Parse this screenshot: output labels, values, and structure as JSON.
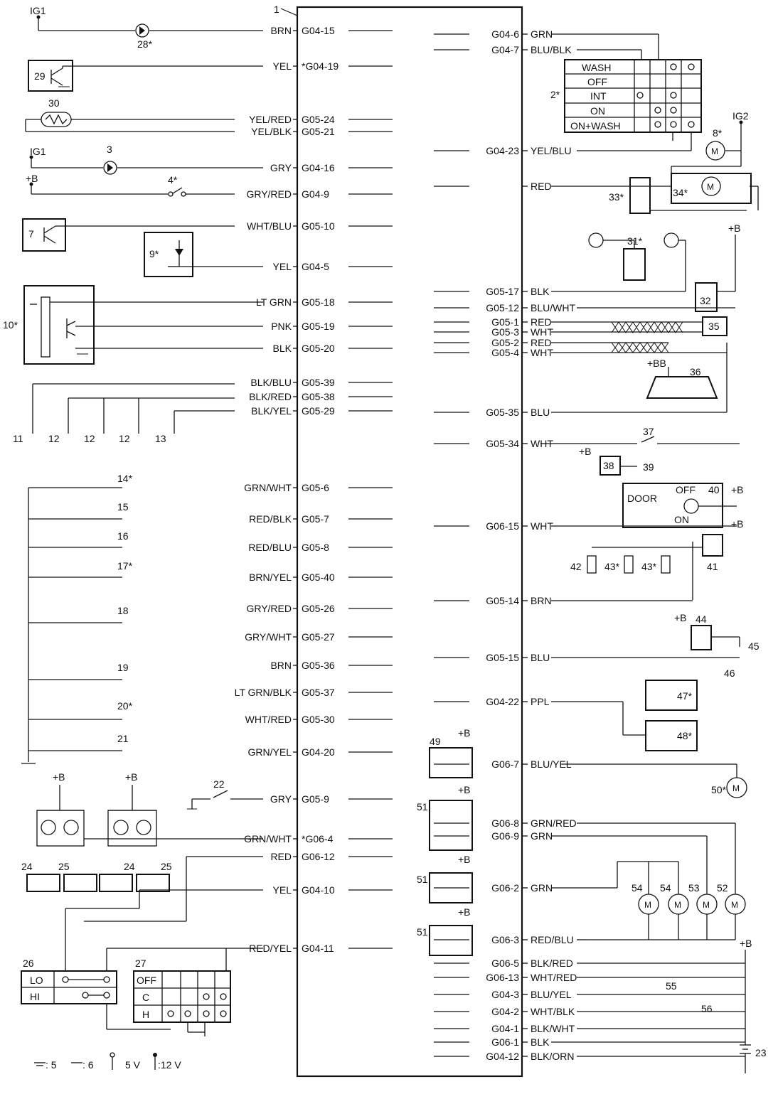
{
  "ecu": {
    "ref": "1"
  },
  "left_rows": [
    {
      "pin": "G04-15",
      "wire": "BRN"
    },
    {
      "pin": "*G04-19",
      "wire": "YEL"
    },
    {
      "pin": "G05-24",
      "wire": "YEL/RED"
    },
    {
      "pin": "G05-21",
      "wire": "YEL/BLK"
    },
    {
      "pin": "G04-16",
      "wire": "GRY"
    },
    {
      "pin": "G04-9",
      "wire": "GRY/RED"
    },
    {
      "pin": "G05-10",
      "wire": "WHT/BLU"
    },
    {
      "pin": "G04-5",
      "wire": "YEL"
    },
    {
      "pin": "G05-18",
      "wire": "LT GRN"
    },
    {
      "pin": "G05-19",
      "wire": "PNK"
    },
    {
      "pin": "G05-20",
      "wire": "BLK"
    },
    {
      "pin": "G05-39",
      "wire": "BLK/BLU"
    },
    {
      "pin": "G05-38",
      "wire": "BLK/RED"
    },
    {
      "pin": "G05-29",
      "wire": "BLK/YEL"
    },
    {
      "pin": "G05-6",
      "wire": "GRN/WHT"
    },
    {
      "pin": "G05-7",
      "wire": "RED/BLK"
    },
    {
      "pin": "G05-8",
      "wire": "RED/BLU"
    },
    {
      "pin": "G05-40",
      "wire": "BRN/YEL"
    },
    {
      "pin": "G05-26",
      "wire": "GRY/RED"
    },
    {
      "pin": "G05-27",
      "wire": "GRY/WHT"
    },
    {
      "pin": "G05-36",
      "wire": "BRN"
    },
    {
      "pin": "G05-37",
      "wire": "LT GRN/BLK"
    },
    {
      "pin": "G05-30",
      "wire": "WHT/RED"
    },
    {
      "pin": "G04-20",
      "wire": "GRN/YEL"
    },
    {
      "pin": "G05-9",
      "wire": "GRY"
    },
    {
      "pin": "*G06-4",
      "wire": "GRN/WHT"
    },
    {
      "pin": "G06-12",
      "wire": "RED"
    },
    {
      "pin": "G04-10",
      "wire": "YEL"
    },
    {
      "pin": "G04-11",
      "wire": "RED/YEL"
    }
  ],
  "right_rows": [
    {
      "pin": "G04-6",
      "wire": "GRN"
    },
    {
      "pin": "G04-7",
      "wire": "BLU/BLK"
    },
    {
      "pin": "G04-23",
      "wire": "YEL/BLU"
    },
    {
      "pin": "",
      "wire": "RED"
    },
    {
      "pin": "G05-17",
      "wire": "BLK"
    },
    {
      "pin": "G05-12",
      "wire": "BLU/WHT"
    },
    {
      "pin": "G05-1",
      "wire": "RED"
    },
    {
      "pin": "G05-3",
      "wire": "WHT"
    },
    {
      "pin": "G05-2",
      "wire": "RED"
    },
    {
      "pin": "G05-4",
      "wire": "WHT"
    },
    {
      "pin": "G05-35",
      "wire": "BLU"
    },
    {
      "pin": "G05-34",
      "wire": "WHT"
    },
    {
      "pin": "G06-15",
      "wire": "WHT"
    },
    {
      "pin": "G05-14",
      "wire": "BRN"
    },
    {
      "pin": "G05-15",
      "wire": "BLU"
    },
    {
      "pin": "G04-22",
      "wire": "PPL"
    },
    {
      "pin": "G06-7",
      "wire": "BLU/YEL"
    },
    {
      "pin": "G06-8",
      "wire": "GRN/RED"
    },
    {
      "pin": "G06-9",
      "wire": "GRN"
    },
    {
      "pin": "G06-2",
      "wire": "GRN"
    },
    {
      "pin": "G06-3",
      "wire": "RED/BLU"
    },
    {
      "pin": "G06-5",
      "wire": "BLK/RED"
    },
    {
      "pin": "G06-13",
      "wire": "WHT/RED"
    },
    {
      "pin": "G04-3",
      "wire": "BLU/YEL"
    },
    {
      "pin": "G04-2",
      "wire": "WHT/BLK"
    },
    {
      "pin": "G04-1",
      "wire": "BLK/WHT"
    },
    {
      "pin": "G06-1",
      "wire": "BLK"
    },
    {
      "pin": "G04-12",
      "wire": "BLK/ORN"
    }
  ],
  "supplies": {
    "ig1": "IG1",
    "ig2": "IG2",
    "plus_b": "+B",
    "plus_bb": "+BB"
  },
  "wiper_switch": {
    "ref": "2*",
    "positions": [
      "WASH",
      "OFF",
      "INT",
      "ON",
      "ON+WASH"
    ]
  },
  "door_switch": {
    "ref": "40",
    "door": "DOOR",
    "off": "OFF",
    "on": "ON"
  },
  "light_switch_26": {
    "ref": "26",
    "positions": [
      "LO",
      "HI"
    ]
  },
  "switch_27": {
    "ref": "27",
    "positions": [
      "OFF",
      "C",
      "H"
    ]
  },
  "refs": {
    "r3": "3",
    "r4": "4*",
    "r7": "7",
    "r8": "8*",
    "r9": "9*",
    "r10": "10*",
    "r11": "11",
    "r12": "12",
    "r13": "13",
    "r14": "14*",
    "r15": "15",
    "r16": "16",
    "r17": "17*",
    "r18": "18",
    "r19": "19",
    "r20": "20*",
    "r21": "21",
    "r22": "22",
    "r23": "23",
    "r24": "24",
    "r25": "25",
    "r28": "28*",
    "r29": "29",
    "r30": "30",
    "r31": "31*",
    "r32": "32",
    "r33": "33*",
    "r34": "34*",
    "r35": "35",
    "r36": "36",
    "r37": "37",
    "r38": "38",
    "r39": "39",
    "r41": "41",
    "r42": "42",
    "r43": "43*",
    "r44": "44",
    "r45": "45",
    "r46": "46",
    "r47": "47*",
    "r48": "48*",
    "r49": "49",
    "r50": "50*",
    "r51": "51",
    "r52": "52",
    "r53": "53",
    "r54": "54",
    "r55": "55",
    "r56": "56"
  },
  "legend": {
    "chassis_ground": ": 5",
    "body_ground": ": 6",
    "pullup_5v": "5 V",
    "pullup_12v": ":12 V"
  }
}
